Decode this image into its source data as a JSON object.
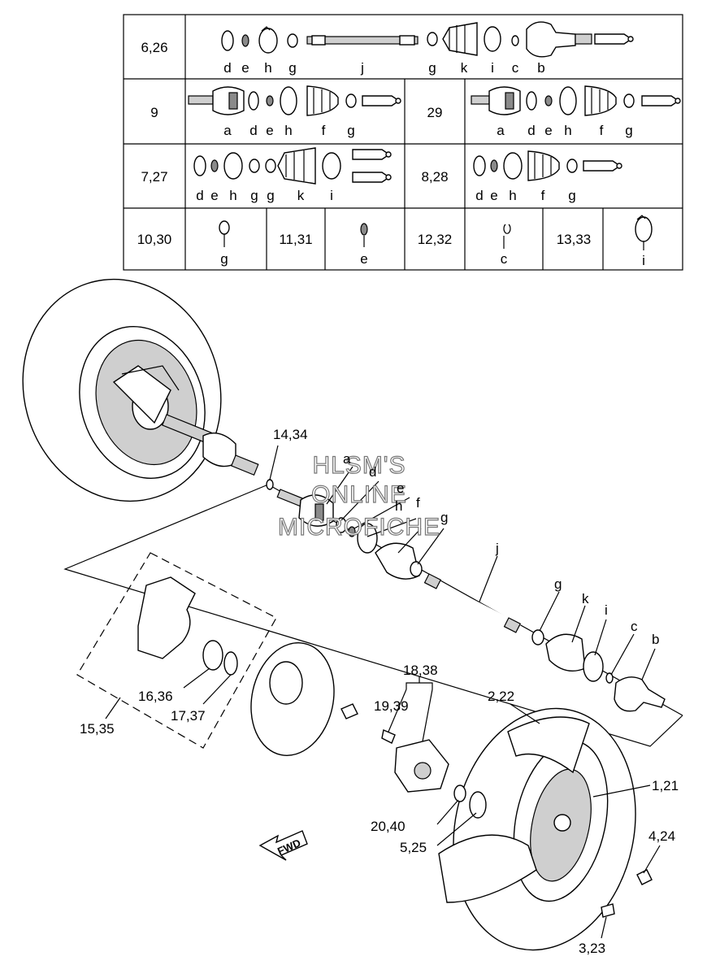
{
  "table": {
    "rows": [
      {
        "key": "6,26",
        "letters": [
          "d",
          "e",
          "h",
          "g",
          "j",
          "g",
          "k",
          "i",
          "c",
          "b"
        ]
      },
      {
        "key": "9",
        "letters": [
          "a",
          "d",
          "e",
          "h",
          "f",
          "g"
        ]
      },
      {
        "key": "29",
        "letters": [
          "a",
          "d",
          "e",
          "h",
          "f",
          "g"
        ]
      },
      {
        "key": "7,27",
        "letters": [
          "d",
          "e",
          "h",
          "g",
          "g",
          "k",
          "i"
        ]
      },
      {
        "key": "8,28",
        "letters": [
          "d",
          "e",
          "h",
          "f",
          "g"
        ]
      },
      {
        "key": "10,30",
        "letters": [
          "g"
        ]
      },
      {
        "key": "11,31",
        "letters": [
          "e"
        ]
      },
      {
        "key": "12,32",
        "letters": [
          "c"
        ]
      },
      {
        "key": "13,33",
        "letters": [
          "i"
        ]
      }
    ]
  },
  "callouts": {
    "c14_34": "14,34",
    "a": "a",
    "d": "d",
    "e": "e",
    "h": "h",
    "f": "f",
    "g1": "g",
    "j": "j",
    "g2": "g",
    "k": "k",
    "i": "i",
    "c": "c",
    "b": "b",
    "c16_36": "16,36",
    "c17_37": "17,37",
    "c15_35": "15,35",
    "c18_38": "18,38",
    "c19_39": "19,39",
    "c2_22": "2,22",
    "c1_21": "1,21",
    "c20_40": "20,40",
    "c5_25": "5,25",
    "c4_24": "4,24",
    "c3_23": "3,23"
  },
  "fwd": "FWD",
  "watermark": [
    "HLSM'S",
    "ONLINE",
    "MICROFICHE"
  ]
}
